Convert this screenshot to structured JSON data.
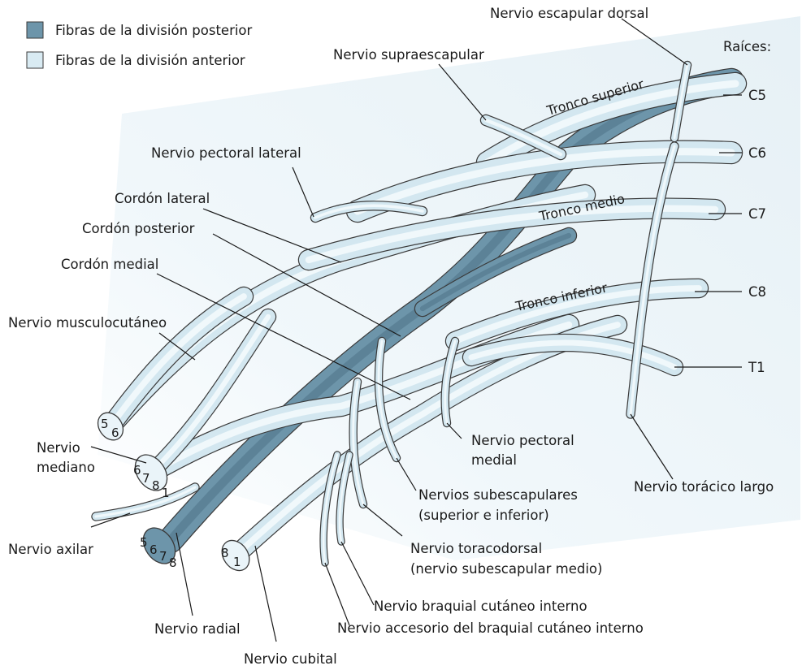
{
  "legend": {
    "posterior": "Fibras de la división posterior",
    "anterior": "Fibras de la división anterior"
  },
  "colors": {
    "anterior_fill": "#d3e7f0",
    "anterior_highlight": "#f3f9fc",
    "posterior_fill": "#6d95aa",
    "posterior_dark": "#4f7387",
    "outline": "#3a3a3a",
    "background_panel": "#e8f2f7"
  },
  "roots": {
    "title": "Raíces:",
    "items": [
      "C5",
      "C6",
      "C7",
      "C8",
      "T1"
    ]
  },
  "trunks": {
    "superior": "Tronco superior",
    "middle": "Tronco medio",
    "inferior": "Tronco inferior"
  },
  "labels": {
    "dorsal_scapular": "Nervio escapular dorsal",
    "suprascapular": "Nervio supraescapular",
    "lateral_pectoral": "Nervio pectoral lateral",
    "lateral_cord": "Cordón lateral",
    "posterior_cord": "Cordón posterior",
    "medial_cord": "Cordón medial",
    "musculocutaneous": "Nervio musculocutáneo",
    "median_line1": "Nervio",
    "median_line2": "mediano",
    "axillary": "Nervio axilar",
    "radial": "Nervio radial",
    "ulnar": "Nervio cubital",
    "medial_pectoral_line1": "Nervio pectoral",
    "medial_pectoral_line2": "medial",
    "subscapular_line1": "Nervios subescapulares",
    "subscapular_line2": "(superior e inferior)",
    "thoracodorsal_line1": "Nervio toracodorsal",
    "thoracodorsal_line2": "(nervio subescapular medio)",
    "medial_brachial_cutaneous": "Nervio braquial cutáneo interno",
    "medial_antebrachial_cutaneous": "Nervio accesorio del braquial cutáneo interno",
    "long_thoracic": "Nervio torácico largo"
  },
  "end_numbers": {
    "musculocutaneous": [
      "5",
      "6"
    ],
    "median": [
      "6",
      "7",
      "8",
      "1"
    ],
    "radial": [
      "5",
      "6",
      "7",
      "8"
    ],
    "ulnar": [
      "8",
      "1"
    ]
  }
}
